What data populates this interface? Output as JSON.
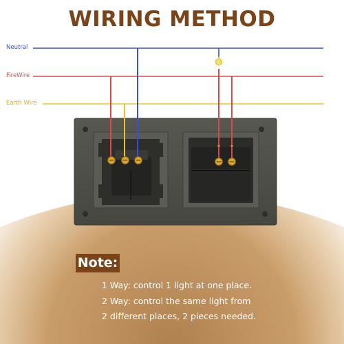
{
  "title": "WIRING METHOD",
  "wires": {
    "neutral": {
      "label": "Neutral",
      "color": "#3b4fd8"
    },
    "firewire": {
      "label": "FireWire",
      "color": "#e04848"
    },
    "earth": {
      "label": "Earth Wire",
      "color": "#e8c530"
    }
  },
  "note": {
    "badge": "Note:",
    "lines": [
      "1 Way: control 1 light at one place.",
      "2 Way: control the same light from",
      "2 different places, 2 pieces needed."
    ]
  },
  "colors": {
    "title": "#7a4418",
    "badge_background": "#7a4418",
    "panel": "#4f5048",
    "module": "#2d2d2a",
    "background_glow": "#c79b63"
  },
  "icons": [
    "light-bulb-icon",
    "screw-terminal-icon"
  ]
}
